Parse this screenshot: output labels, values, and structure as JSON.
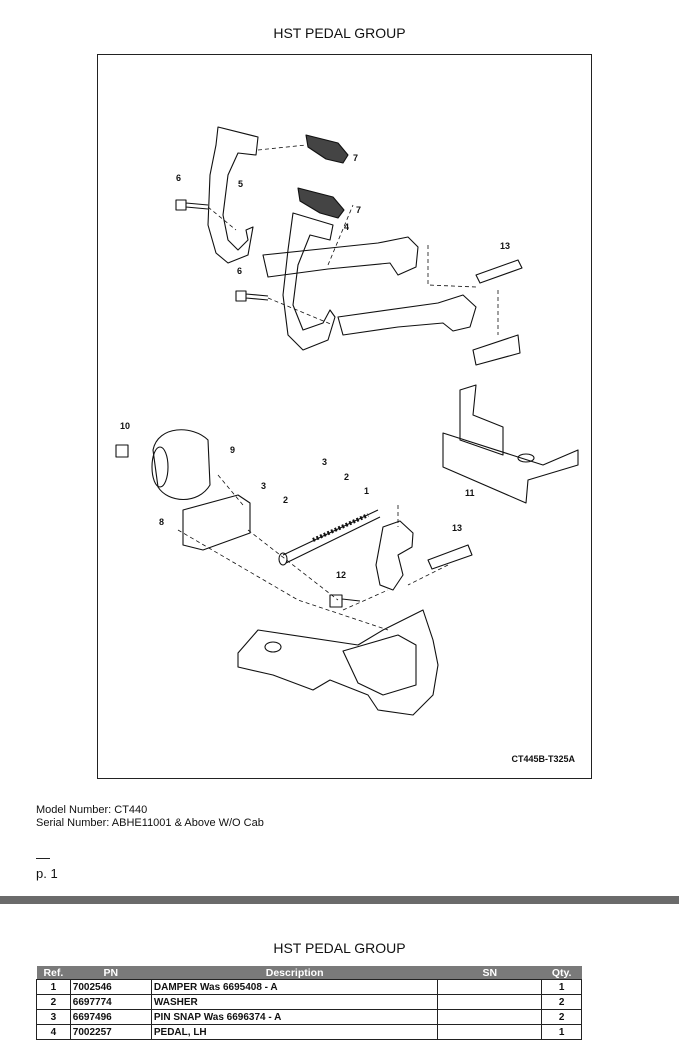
{
  "page_title_top": "HST PEDAL GROUP",
  "page_title_bottom": "HST PEDAL GROUP",
  "figure": {
    "code": "CT445B-T325A",
    "callouts": [
      "7",
      "5",
      "6",
      "7",
      "4",
      "6",
      "13",
      "10",
      "9",
      "3",
      "2",
      "3",
      "2",
      "1",
      "8",
      "11",
      "13",
      "12"
    ]
  },
  "model_line": "Model Number: CT440",
  "serial_line": "Serial Number: ABHE11001 & Above W/O Cab",
  "page_number": "p. 1",
  "parts_table": {
    "headers": [
      "Ref.",
      "PN",
      "Description",
      "SN",
      "Qty."
    ],
    "rows": [
      {
        "ref": "1",
        "pn": "7002546",
        "desc": "DAMPER Was 6695408 - A",
        "sn": "",
        "qty": "1"
      },
      {
        "ref": "2",
        "pn": "6697774",
        "desc": "WASHER",
        "sn": "",
        "qty": "2"
      },
      {
        "ref": "3",
        "pn": "6697496",
        "desc": "PIN SNAP Was 6696374 - A",
        "sn": "",
        "qty": "2"
      },
      {
        "ref": "4",
        "pn": "7002257",
        "desc": "PEDAL, LH",
        "sn": "",
        "qty": "1"
      }
    ]
  }
}
